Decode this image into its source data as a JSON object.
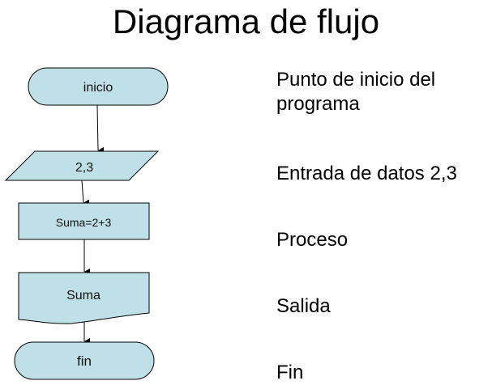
{
  "title": "Diagrama de flujo",
  "colors": {
    "shape_fill": "#bee0e6",
    "stroke": "#000000",
    "background": "#ffffff"
  },
  "flowchart": {
    "nodes": [
      {
        "id": "start",
        "type": "terminator",
        "label": "inicio"
      },
      {
        "id": "input",
        "type": "data",
        "label": "2,3"
      },
      {
        "id": "process",
        "type": "process",
        "label": "Suma=2+3"
      },
      {
        "id": "output",
        "type": "document",
        "label": "Suma"
      },
      {
        "id": "end",
        "type": "terminator",
        "label": "fin"
      }
    ],
    "edges": [
      {
        "from": "start",
        "to": "input"
      },
      {
        "from": "input",
        "to": "process"
      },
      {
        "from": "process",
        "to": "output"
      },
      {
        "from": "output",
        "to": "end"
      }
    ]
  },
  "descriptions": [
    {
      "line1": "Punto de inicio del",
      "line2": "programa"
    },
    {
      "line1": "Entrada de datos 2,3"
    },
    {
      "line1": "Proceso"
    },
    {
      "line1": "Salida"
    },
    {
      "line1": "Fin"
    }
  ]
}
